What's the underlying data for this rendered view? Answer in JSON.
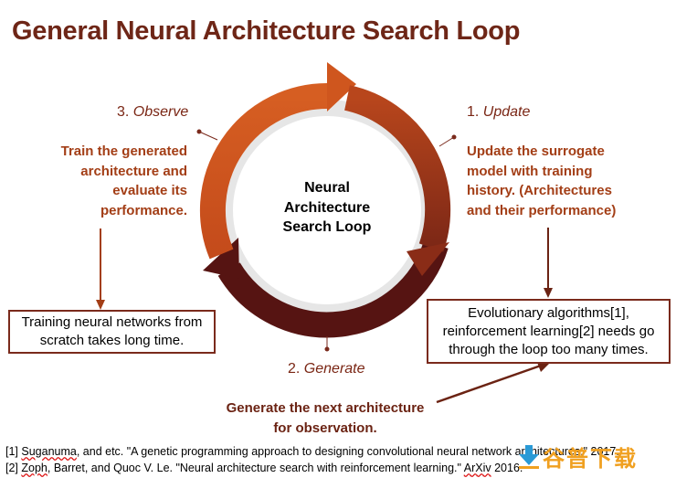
{
  "title": "General Neural Architecture Search Loop",
  "center": [
    "Neural",
    "Architecture",
    "Search Loop"
  ],
  "steps": {
    "update": {
      "num": "1.",
      "name": "Update"
    },
    "generate": {
      "num": "2.",
      "name": "Generate"
    },
    "observe": {
      "num": "3.",
      "name": "Observe"
    }
  },
  "descriptions": {
    "update": [
      "Update the surrogate",
      "model with training",
      "history. (Architectures",
      "and their performance)"
    ],
    "observe": [
      "Train the generated",
      "architecture and",
      "evaluate its",
      "performance."
    ],
    "generate": [
      "Generate the next architecture",
      "for observation."
    ]
  },
  "boxes": {
    "left": [
      "Training neural networks from",
      "scratch takes long time."
    ],
    "right": [
      "Evolutionary algorithms[1],",
      "reinforcement learning[2] needs go",
      "through the loop too many times."
    ]
  },
  "references": {
    "ref1": {
      "prefix": "[1] ",
      "author": "Suganuma",
      "rest": ", and etc. \"A genetic programming approach to designing convolutional neural network architectures.\" 2017."
    },
    "ref2": {
      "prefix": "[2] ",
      "author": "Zoph",
      "rest": ", Barret, and Quoc V. Le. \"Neural architecture search with reinforcement learning.\" ",
      "venue": "ArXiv",
      "year": " 2016."
    }
  },
  "watermark": {
    "text": "谷普下载"
  },
  "colors": {
    "title": "#6e2617",
    "arc_dark": "#561412",
    "arc_mid": "#8e2f18",
    "arc_orange": "#c8521e",
    "ring_gray": "#e6e6e6",
    "box_border": "#7a2a1c"
  }
}
